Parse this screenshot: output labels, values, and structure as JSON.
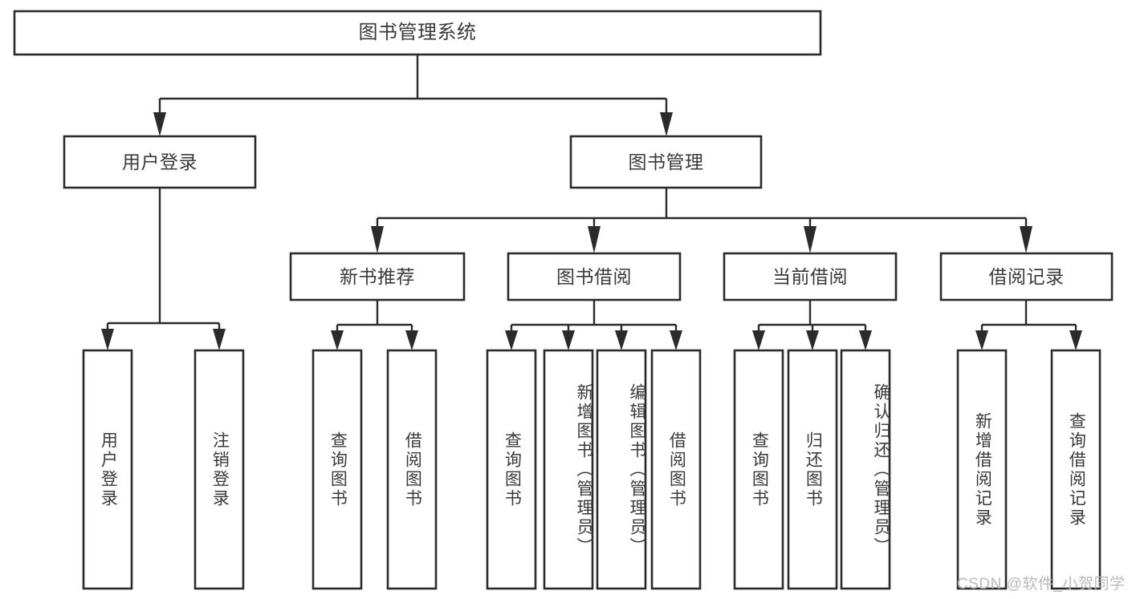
{
  "diagram": {
    "type": "tree-hierarchy",
    "title": "图书管理系统",
    "watermark": "CSDN @软件_小贺同学",
    "colors": {
      "box_stroke": "#2b2b2b",
      "box_fill": "#ffffff",
      "text": "#3a3a3a",
      "connector": "#2b2b2b",
      "watermark": "#b9b9b9",
      "background": "#ffffff"
    },
    "nodes": {
      "root": {
        "label": "图书管理系统"
      },
      "level2": [
        {
          "id": "user-login",
          "label": "用户登录"
        },
        {
          "id": "book-manage",
          "label": "图书管理"
        }
      ],
      "level3": [
        {
          "id": "new-book-recommend",
          "label": "新书推荐"
        },
        {
          "id": "book-borrow",
          "label": "图书借阅"
        },
        {
          "id": "current-borrow",
          "label": "当前借阅"
        },
        {
          "id": "borrow-record",
          "label": "借阅记录"
        }
      ],
      "leaves": {
        "user_login": [
          {
            "id": "leaf-user-login",
            "label": "用户登录"
          },
          {
            "id": "leaf-logout-login",
            "label": "注销登录"
          }
        ],
        "new_book_recommend": [
          {
            "id": "leaf-query-book-1",
            "label": "查询图书"
          },
          {
            "id": "leaf-borrow-book-1",
            "label": "借阅图书"
          }
        ],
        "book_borrow": [
          {
            "id": "leaf-query-book-2",
            "label": "查询图书"
          },
          {
            "id": "leaf-add-book",
            "label": "新增图书（管理员）"
          },
          {
            "id": "leaf-edit-book",
            "label": "编辑图书（管理员）"
          },
          {
            "id": "leaf-borrow-book-2",
            "label": "借阅图书"
          }
        ],
        "current_borrow": [
          {
            "id": "leaf-query-book-3",
            "label": "查询图书"
          },
          {
            "id": "leaf-return-book",
            "label": "归还图书"
          },
          {
            "id": "leaf-confirm-return",
            "label": "确认归还（管理员）"
          }
        ],
        "borrow_record": [
          {
            "id": "leaf-add-borrow-record",
            "label": "新增借阅记录"
          },
          {
            "id": "leaf-query-borrow-record",
            "label": "查询借阅记录"
          }
        ]
      }
    }
  }
}
